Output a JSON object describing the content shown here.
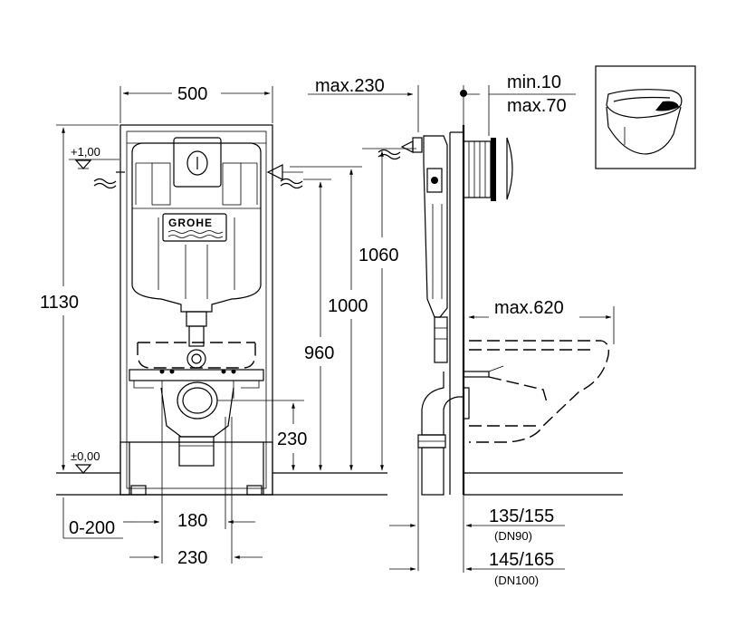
{
  "brand": {
    "logo": "GROHE"
  },
  "front_view": {
    "width": "500",
    "height_total": "1130",
    "flush_height": "1060",
    "top_height": "1000",
    "inlet_height": "960",
    "outlet_height": "230",
    "level_top": "+1,00",
    "level_floor": "±0,00",
    "floor_range": "0-200",
    "foot_spacing": "180",
    "pipe_spacing": "230"
  },
  "side_view": {
    "depth_max": "max.230",
    "wall_min": "min.10",
    "wall_max": "max.70",
    "bowl_max": "max.620",
    "dn90_dim": "135/155",
    "dn90_label": "(DN90)",
    "dn100_dim": "145/165",
    "dn100_label": "(DN100)"
  },
  "thumbnail": {
    "icon": "wall-hung-toilet-icon"
  }
}
